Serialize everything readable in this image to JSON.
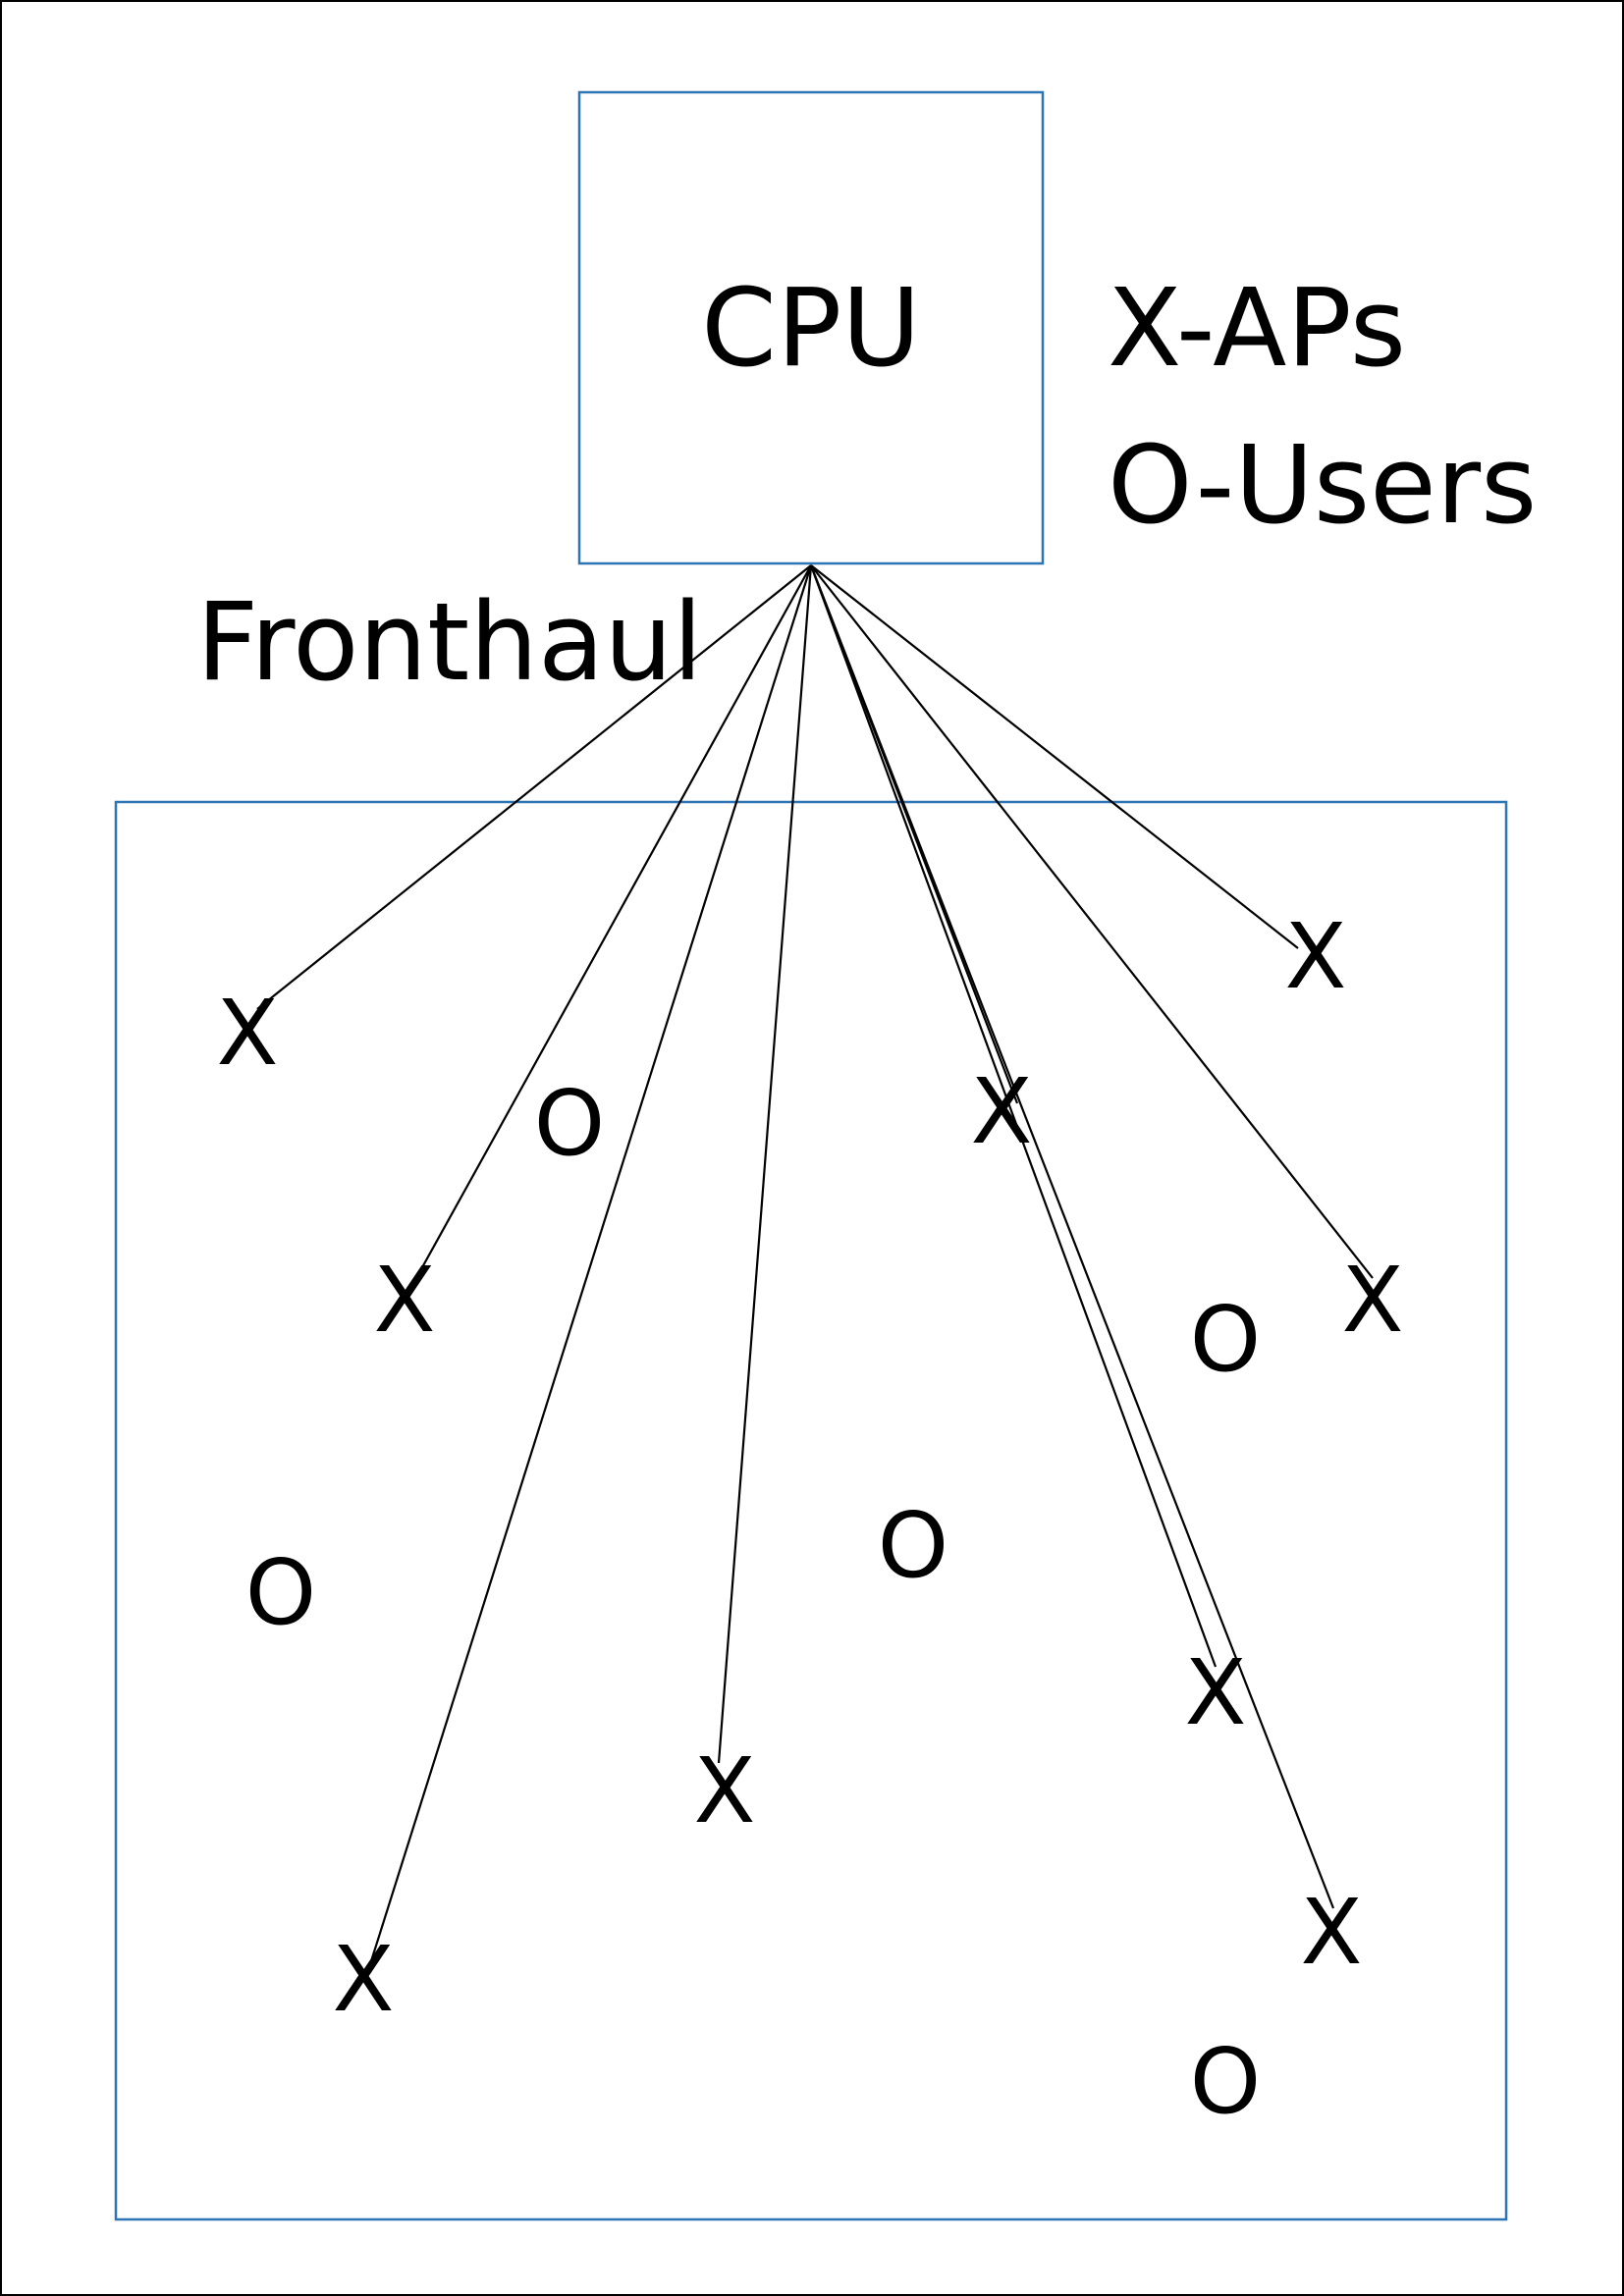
{
  "colors": {
    "box_stroke": "#2e75b6",
    "line_stroke": "#000000",
    "text": "#000000",
    "frame": "#000000"
  },
  "labels": {
    "cpu": "CPU",
    "legend_ap": "X-APs",
    "legend_user": "O-Users",
    "fronthaul": "Fronthaul"
  },
  "marks": {
    "ap": "X",
    "user": "O"
  }
}
